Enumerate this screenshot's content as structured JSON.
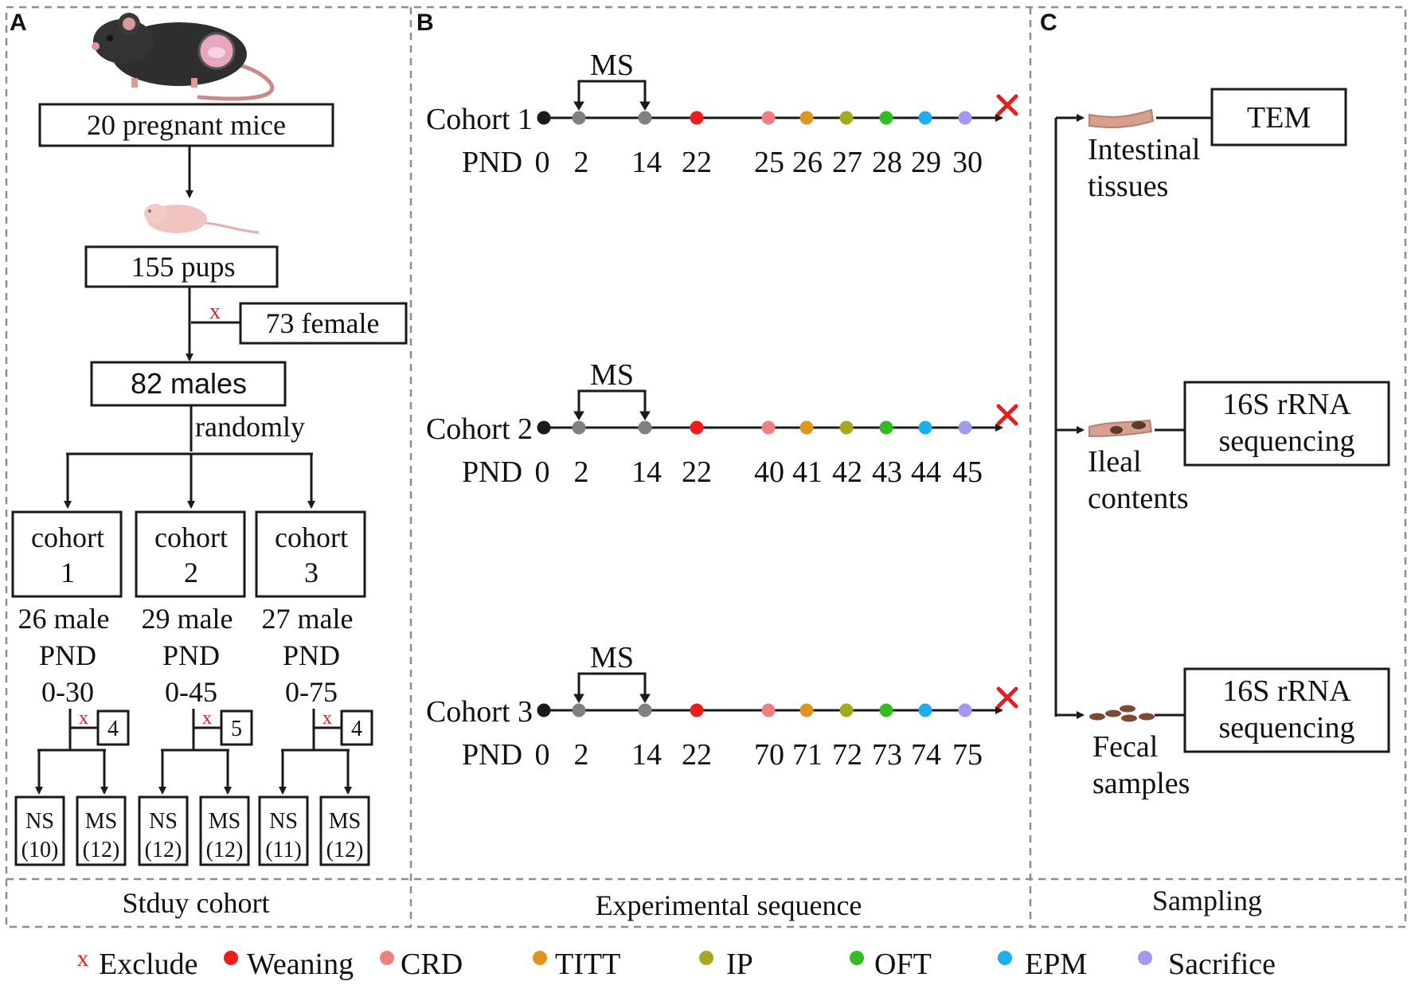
{
  "panels": {
    "a": {
      "letter": "A",
      "caption": "Stduy cohort"
    },
    "b": {
      "letter": "B",
      "caption": "Experimental sequence"
    },
    "c": {
      "letter": "C",
      "caption": "Sampling"
    }
  },
  "study": {
    "pregnant": "20 pregnant mice",
    "pups": "155 pups",
    "female": "73 female",
    "exclude_mark": "x",
    "males": "82 males",
    "randomly": "randomly",
    "cohorts": [
      {
        "name": "cohort",
        "num": "1",
        "count": "26 male",
        "pnd": "PND",
        "range": "0-30",
        "excluded": "4",
        "ns": "NS",
        "ns_n": "(10)",
        "ms": "MS",
        "ms_n": "(12)"
      },
      {
        "name": "cohort",
        "num": "2",
        "count": "29 male",
        "pnd": "PND",
        "range": "0-45",
        "excluded": "5",
        "ns": "NS",
        "ns_n": "(12)",
        "ms": "MS",
        "ms_n": "(12)"
      },
      {
        "name": "cohort",
        "num": "3",
        "count": "27 male",
        "pnd": "PND",
        "range": "0-75",
        "excluded": "4",
        "ns": "NS",
        "ns_n": "(11)",
        "ms": "MS",
        "ms_n": "(12)"
      }
    ]
  },
  "timelines": [
    {
      "label": "Cohort 1",
      "ms_label": "MS",
      "pnd_label": "PND",
      "days": [
        "0",
        "2",
        "14",
        "22",
        "25",
        "26",
        "27",
        "28",
        "29",
        "30"
      ]
    },
    {
      "label": "Cohort 2",
      "ms_label": "MS",
      "pnd_label": "PND",
      "days": [
        "0",
        "2",
        "14",
        "22",
        "40",
        "41",
        "42",
        "43",
        "44",
        "45"
      ]
    },
    {
      "label": "Cohort 3",
      "ms_label": "MS",
      "pnd_label": "PND",
      "days": [
        "0",
        "2",
        "14",
        "22",
        "70",
        "71",
        "72",
        "73",
        "74",
        "75"
      ]
    }
  ],
  "timeline_point_colors": [
    "#1a1a1a",
    "#808080",
    "#808080",
    "#ee1c1c",
    "#f08080",
    "#e0961e",
    "#a8a81e",
    "#33bb22",
    "#1eaef0",
    "#a099f0"
  ],
  "sampling": [
    {
      "tissue_line1": "Intestinal",
      "tissue_line2": "tissues",
      "method_line1": "TEM",
      "method_line2": ""
    },
    {
      "tissue_line1": "Ileal",
      "tissue_line2": "contents",
      "method_line1": "16S rRNA",
      "method_line2": "sequencing"
    },
    {
      "tissue_line1": "Fecal",
      "tissue_line2": "samples",
      "method_line1": "16S rRNA",
      "method_line2": "sequencing"
    }
  ],
  "legend": {
    "exclude_mark": "x",
    "items": [
      {
        "label": "Exclude",
        "color": "#e02020"
      },
      {
        "label": "Weaning",
        "color": "#ee1c1c"
      },
      {
        "label": "CRD",
        "color": "#f08080"
      },
      {
        "label": "TITT",
        "color": "#e0961e"
      },
      {
        "label": "IP",
        "color": "#a8a81e"
      },
      {
        "label": "OFT",
        "color": "#33bb22"
      },
      {
        "label": "EPM",
        "color": "#1eaef0"
      },
      {
        "label": "Sacrifice",
        "color": "#a099f0"
      }
    ]
  },
  "colors": {
    "exclude_red": "#e02020",
    "line": "#1a1a1a",
    "border": "#8c8c8c"
  }
}
